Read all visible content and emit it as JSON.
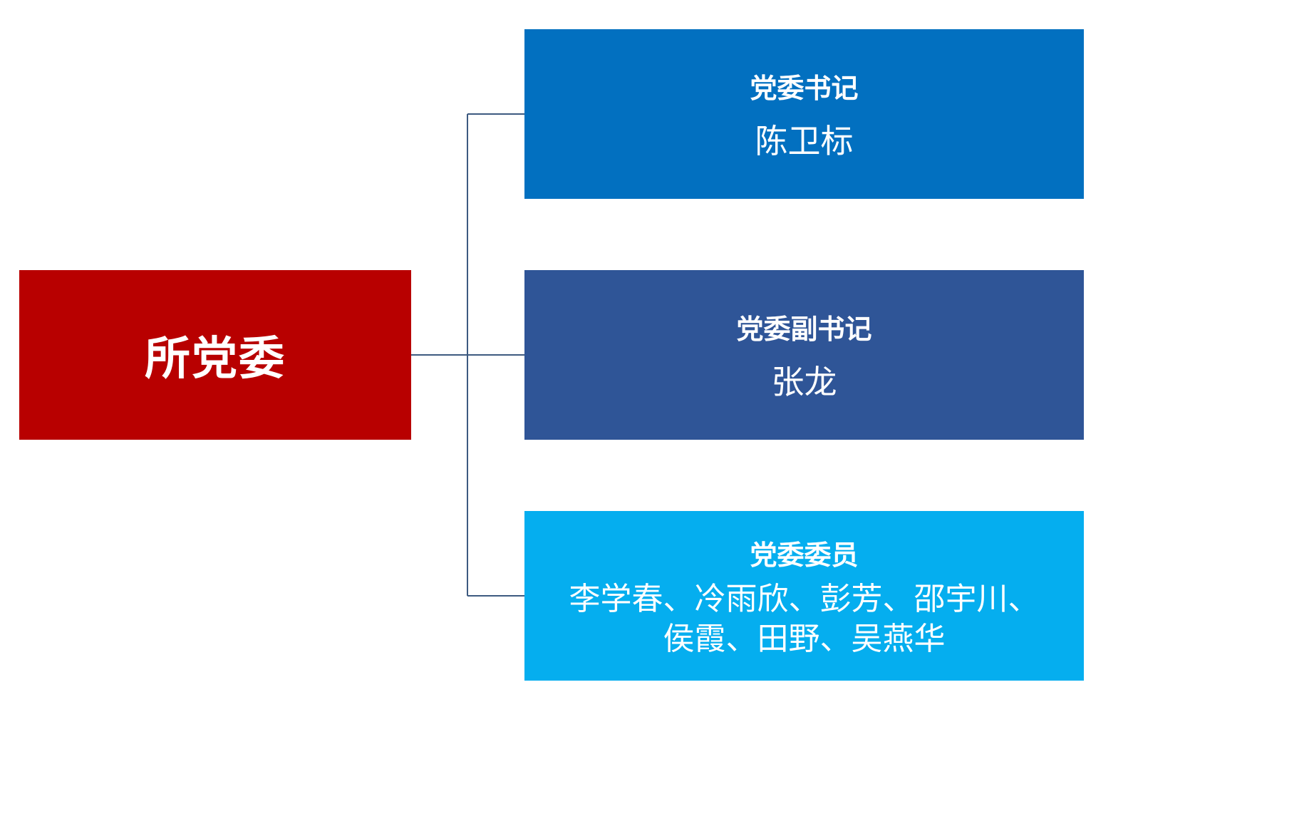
{
  "colors": {
    "root": "#b80000",
    "secretary": "#0270c0",
    "deputy": "#2f5597",
    "members": "#05aeef",
    "connector": "#3d5a80"
  },
  "root": {
    "label": "所党委"
  },
  "nodes": [
    {
      "title": "党委书记",
      "name": "陈卫标"
    },
    {
      "title": "党委副书记",
      "name": "张龙"
    },
    {
      "title": "党委委员",
      "name_lines": [
        "李学春、冷雨欣、彭芳、邵宇川、",
        "侯霞、田野、吴燕华"
      ]
    }
  ]
}
